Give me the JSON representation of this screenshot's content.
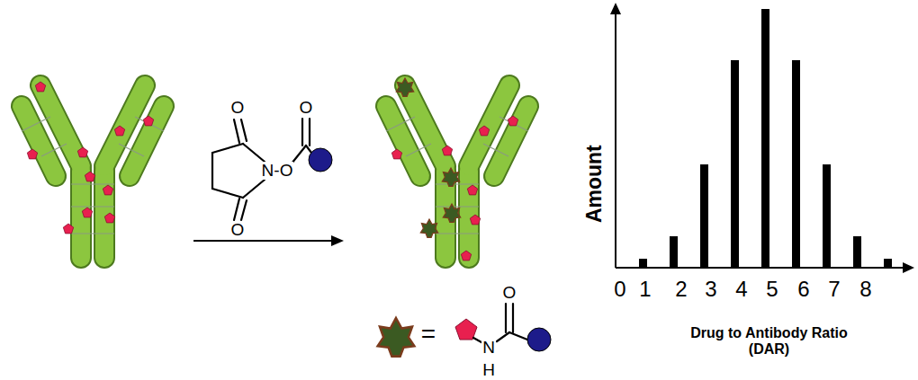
{
  "diagram": {
    "labels": [
      "O",
      "O",
      "N-O",
      "O",
      "=",
      "O",
      "N",
      "H",
      "Amount",
      "0",
      "1",
      "2",
      "3",
      "4",
      "5",
      "6",
      "7",
      "8",
      "Drug to Antibody Ratio (DAR)"
    ]
  }
}
